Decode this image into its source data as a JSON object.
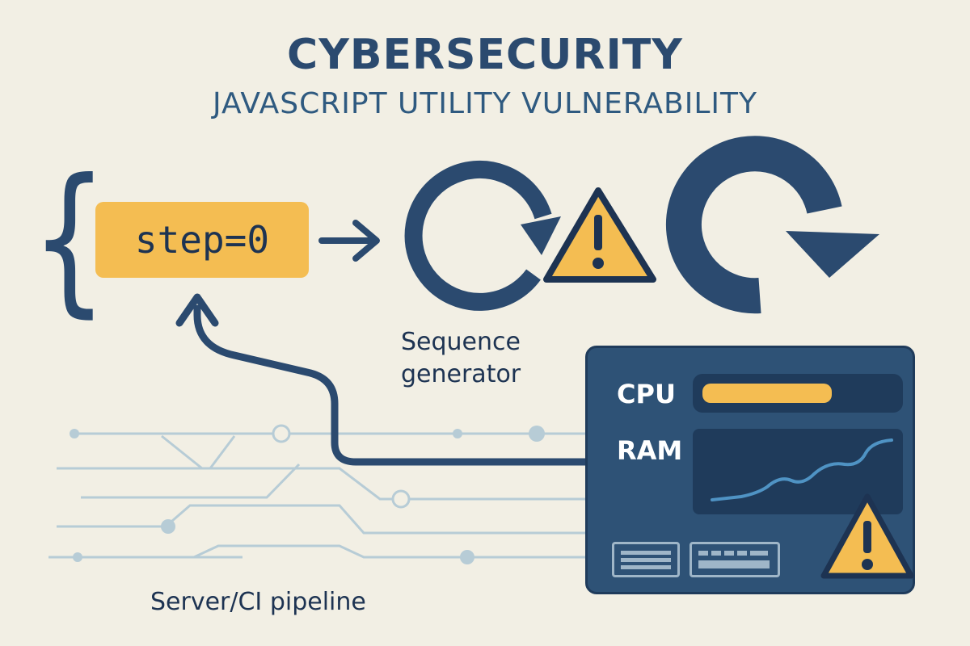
{
  "header": {
    "title": "CYBERSECURITY",
    "subtitle": "JAVASCRIPT UTILITY VULNERABILITY"
  },
  "code": {
    "step_text": "step=0"
  },
  "labels": {
    "sequence_generator": "Sequence\ngenerator",
    "pipeline": "Server/CI pipeline"
  },
  "monitor": {
    "cpu_label": "CPU",
    "ram_label": "RAM",
    "cpu_usage_fraction": 0.68
  },
  "colors": {
    "background": "#f2efe4",
    "navy": "#2b4a6f",
    "accent_yellow": "#f4bd52",
    "panel": "#2e5276",
    "circuit": "#b7ccd6",
    "ram_line": "#4f93c4"
  },
  "icons": [
    "left-brace-icon",
    "arrow-right-icon",
    "loop-arrow-icon",
    "warning-icon",
    "large-loop-arrow-icon",
    "return-arrow-icon",
    "circuit-lines-icon"
  ]
}
